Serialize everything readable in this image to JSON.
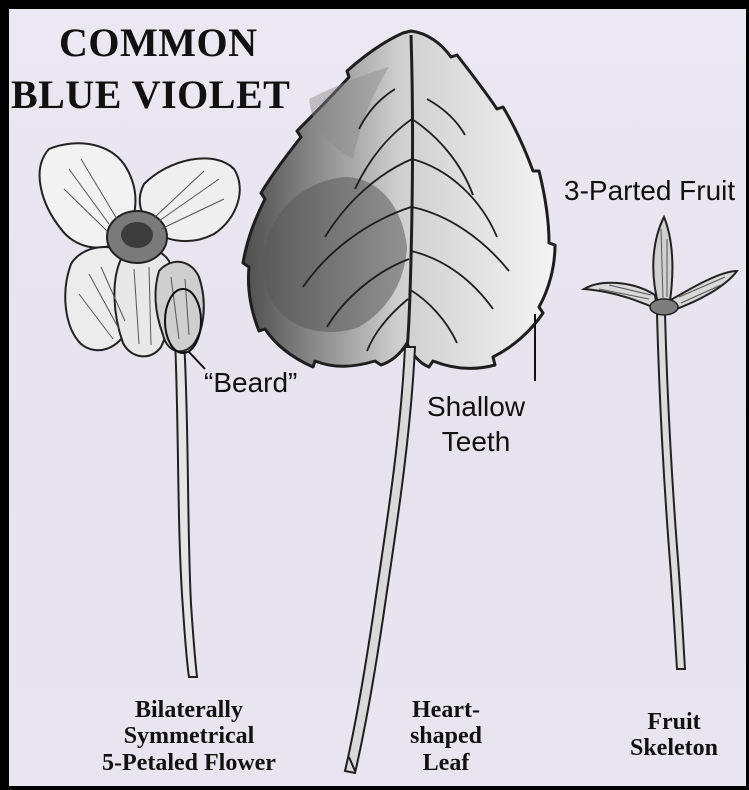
{
  "title": {
    "line1": "COMMON",
    "line2": "BLUE VIOLET"
  },
  "labels": {
    "beard": "“Beard”",
    "shallow_teeth": [
      "Shallow",
      "Teeth"
    ],
    "fruit_top": "3-Parted Fruit"
  },
  "captions": {
    "flower": [
      "Bilaterally",
      "Symmetrical",
      "5-Petaled Flower"
    ],
    "leaf": [
      "Heart-",
      "shaped",
      "Leaf"
    ],
    "fruit": [
      "Fruit",
      "Skeleton"
    ]
  }
}
